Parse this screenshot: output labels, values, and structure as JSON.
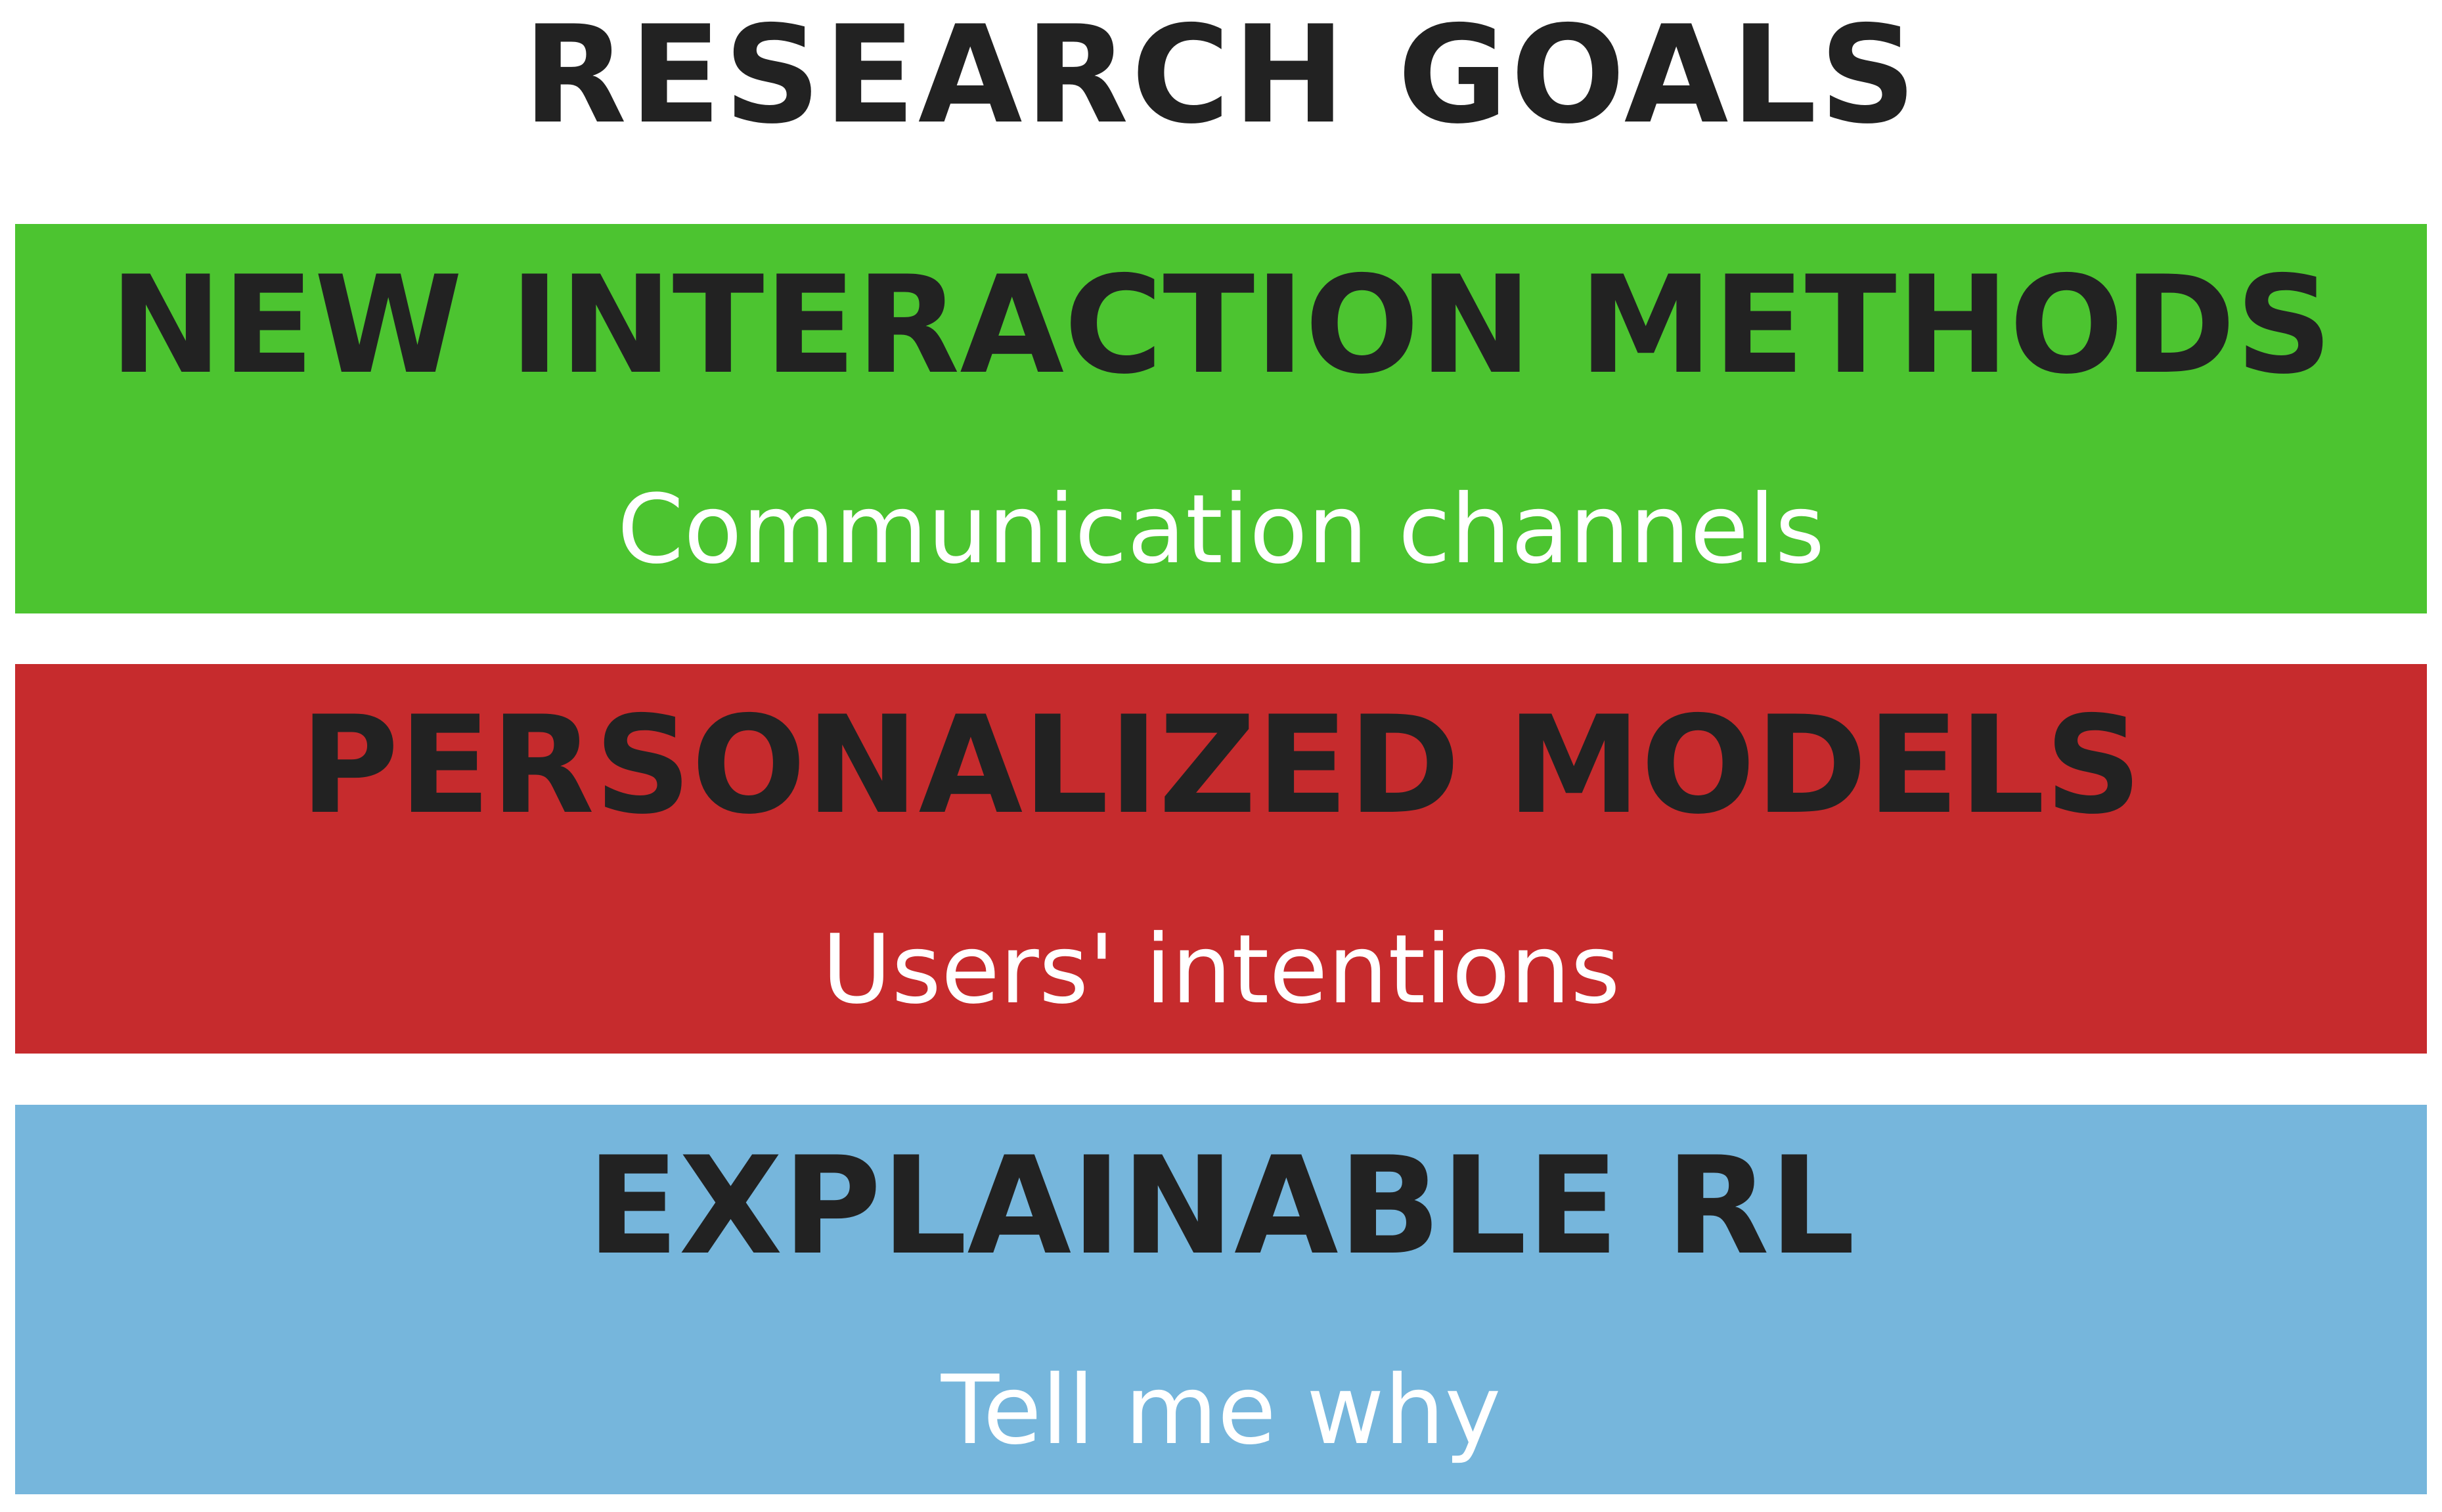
{
  "title": "RESEARCH GOALS",
  "colors": {
    "green": "#4cc430",
    "red": "#c62b2d",
    "blue": "#76b6dc",
    "heading_text": "#222222",
    "subtitle_text": "#ffffff"
  },
  "goals": [
    {
      "heading": "NEW INTERACTION METHODS",
      "subtitle": "Communication channels"
    },
    {
      "heading": "PERSONALIZED MODELS",
      "subtitle": "Users' intentions"
    },
    {
      "heading": "EXPLAINABLE RL",
      "subtitle": "Tell me why"
    }
  ]
}
